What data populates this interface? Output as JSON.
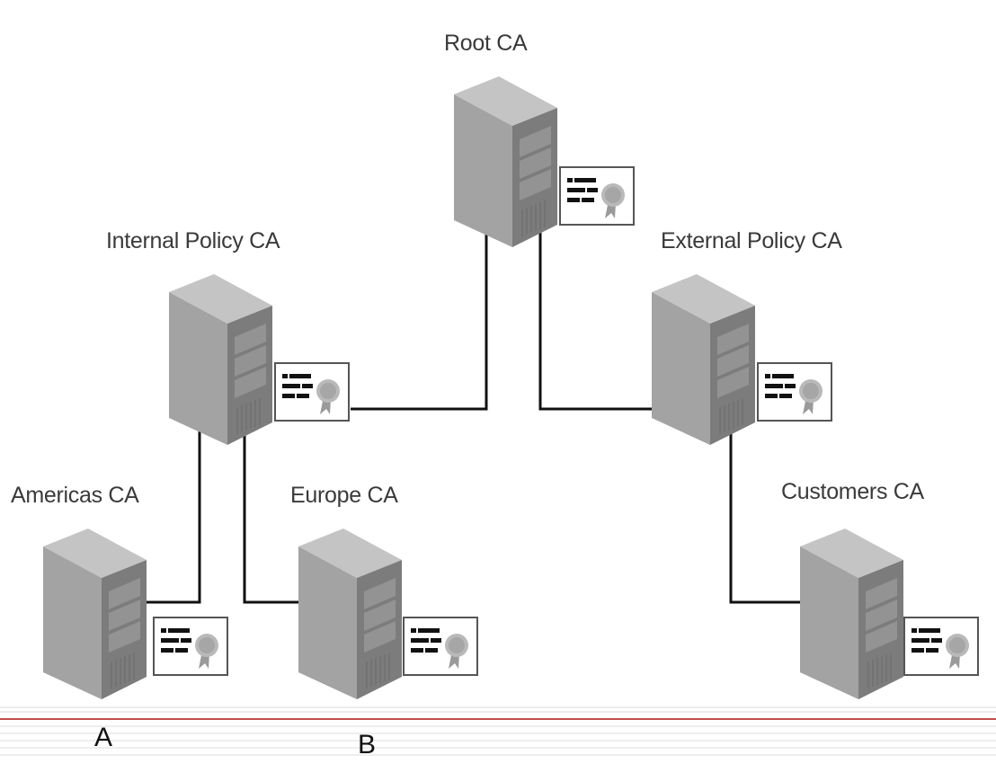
{
  "nodes": {
    "root": {
      "label": "Root CA"
    },
    "internal": {
      "label": "Internal Policy CA"
    },
    "external": {
      "label": "External Policy CA"
    },
    "americas": {
      "label": "Americas CA"
    },
    "europe": {
      "label": "Europe CA"
    },
    "customers": {
      "label": "Customers CA"
    }
  },
  "markers": {
    "a": "A",
    "b": "B"
  },
  "colors": {
    "server_front": "#a3a3a3",
    "server_side": "#7c7c7c",
    "server_top": "#c4c4c4",
    "connector": "#111111",
    "rule_red": "#c0504d"
  }
}
